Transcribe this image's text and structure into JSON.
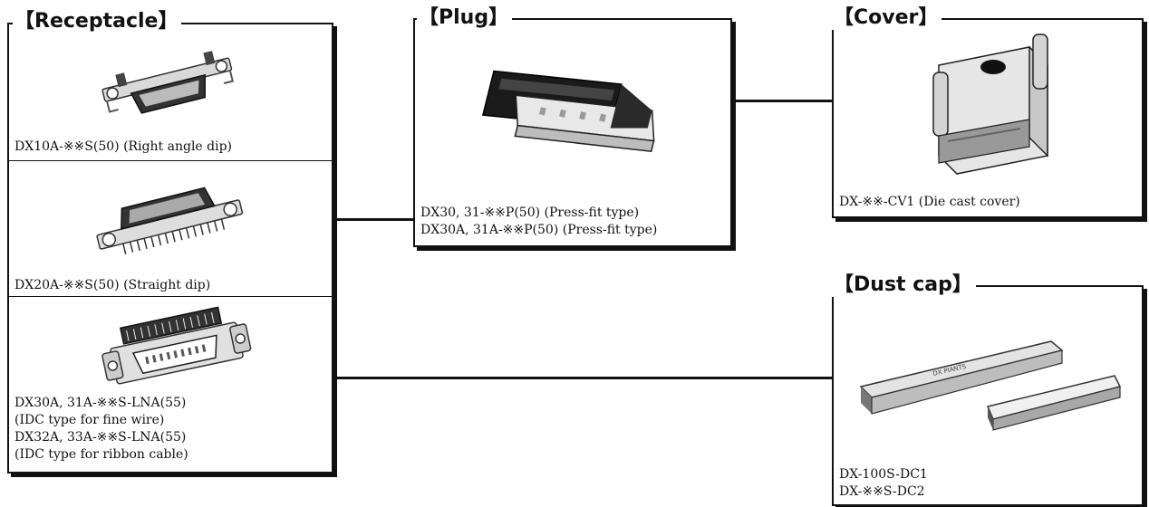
{
  "sections": {
    "receptacle": {
      "title": "Receptacle",
      "items": [
        {
          "lines": [
            "DX10A-※※S(50) (Right angle dip)"
          ]
        },
        {
          "lines": [
            "DX20A-※※S(50) (Straight dip)"
          ]
        },
        {
          "lines": [
            "DX30A, 31A-※※S-LNA(55)",
            "(IDC type for fine wire)",
            "DX32A, 33A-※※S-LNA(55)",
            "(IDC type for ribbon cable)"
          ]
        }
      ]
    },
    "plug": {
      "title": "Plug",
      "lines": [
        "DX30, 31-※※P(50) (Press-fit type)",
        "DX30A, 31A-※※P(50) (Press-fit type)"
      ]
    },
    "cover": {
      "title": "Cover",
      "lines": [
        "DX-※※-CV1  (Die cast cover)"
      ]
    },
    "dust_cap": {
      "title": "Dust cap",
      "lines": [
        "DX-100S-DC1",
        "DX-※※S-DC2"
      ],
      "stamp": "DX   PIANTS"
    }
  }
}
